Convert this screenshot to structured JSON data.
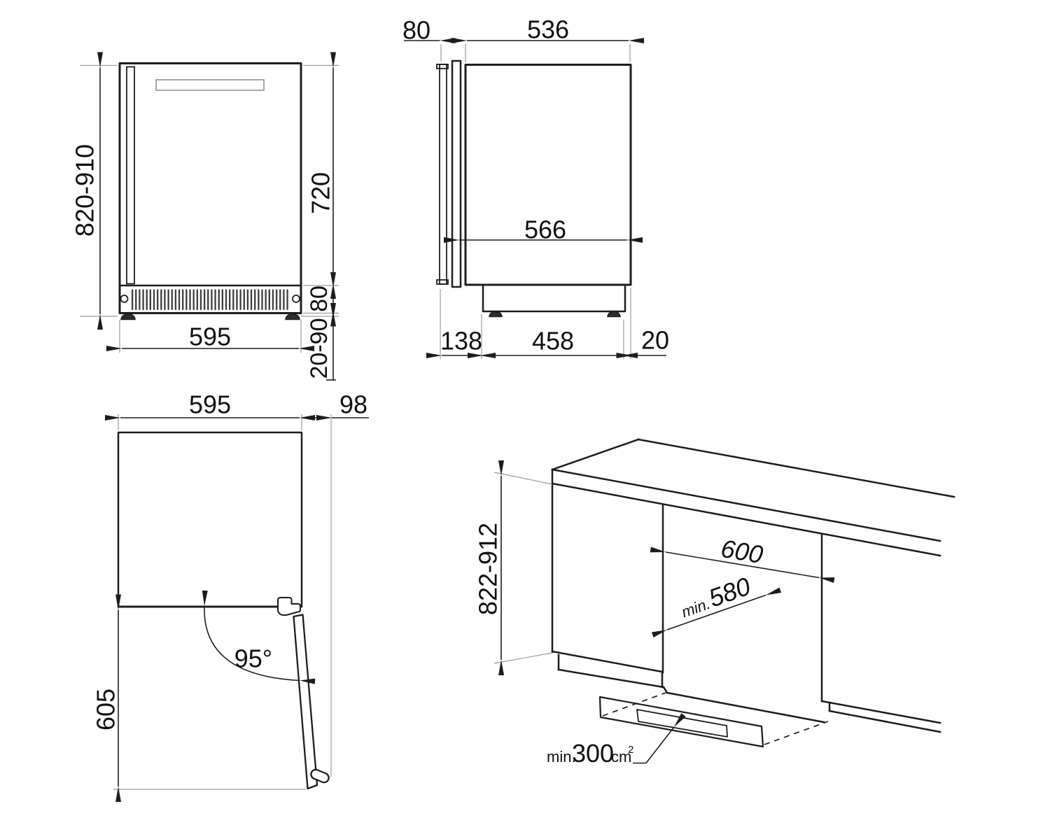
{
  "drawing": {
    "front": {
      "height_range": "820-910",
      "door_height": "720",
      "grille_height": "80",
      "feet_range": "20-90",
      "width": "595"
    },
    "side": {
      "door_thickness": "80",
      "depth": "536",
      "interior_depth": "566",
      "front_offset": "138",
      "plinth_depth": "458",
      "rear_gap": "20"
    },
    "top": {
      "width": "595",
      "door_projection": "98",
      "opening_angle": "95°",
      "swing_radius": "605"
    },
    "niche": {
      "height_range": "822-912",
      "width": "600",
      "min_label": "min.",
      "depth": "580",
      "vent_min_label": "min.",
      "vent_area": "300",
      "vent_unit": "cm",
      "vent_exp": "2"
    }
  }
}
